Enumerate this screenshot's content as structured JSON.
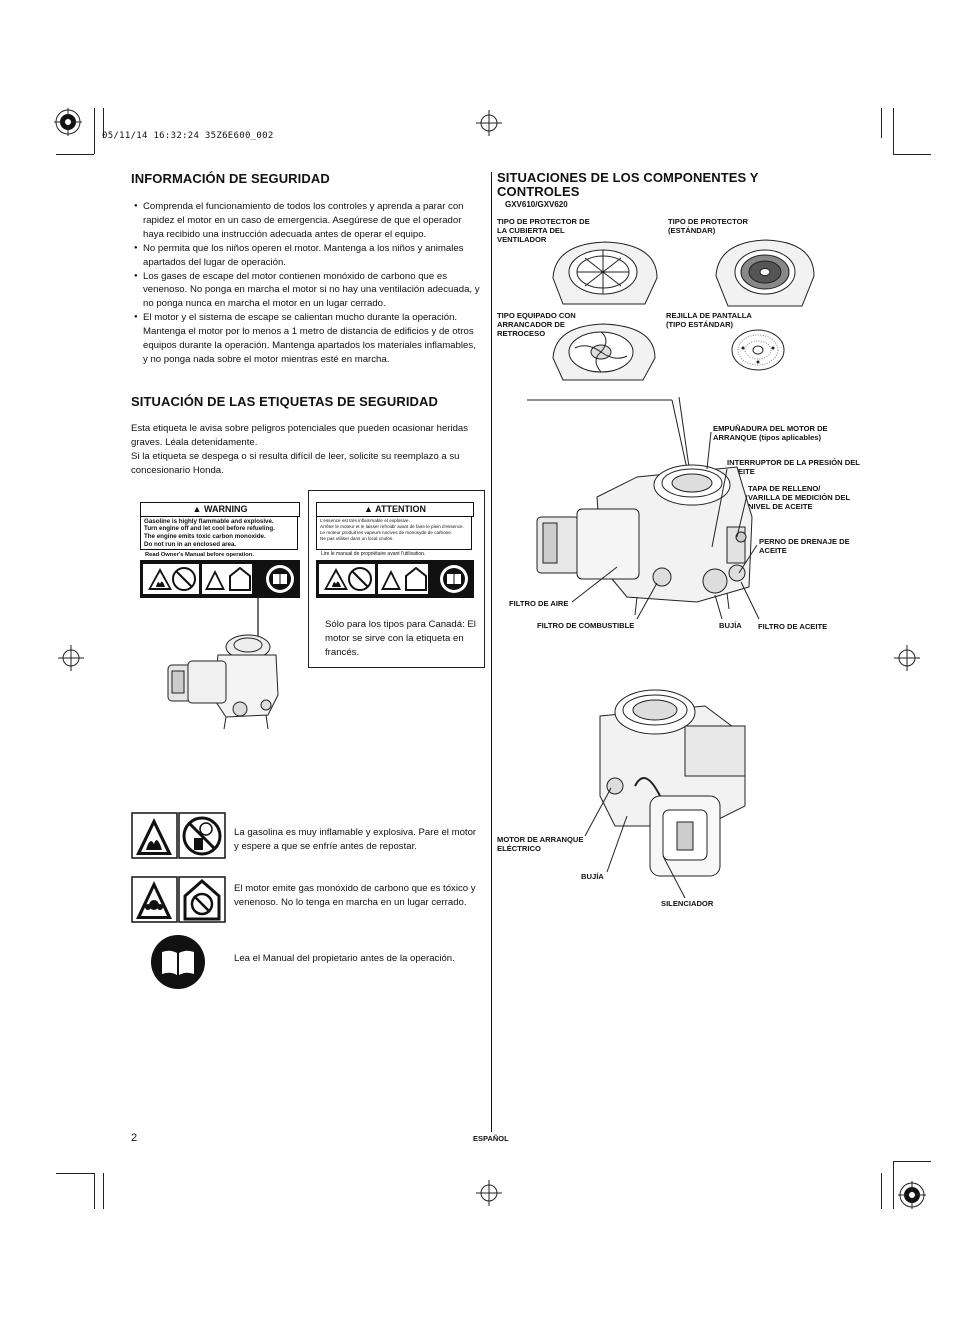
{
  "print_stamp": "05/11/14 16:32:24 35Z6E600_002",
  "left": {
    "info_heading": "INFORMACIÓN DE SEGURIDAD",
    "info_bullets": [
      "Comprenda el funcionamiento de todos los controles y aprenda a parar con rapidez el motor en un caso de emergencia. Asegúrese de que el operador haya recibido una instrucción adecuada antes de operar el equipo.",
      "No permita que los niños operen el motor. Mantenga a los niños y animales apartados del lugar de operación.",
      "Los gases de escape del motor contienen monóxido de carbono que es venenoso. No ponga en marcha el motor si no hay una ventilación adecuada, y no ponga nunca en marcha el motor en un lugar cerrado.",
      "El motor y el sistema de escape se calientan mucho durante la operación. Mantenga el motor por lo menos a 1 metro de distancia de edificios y de otros equipos durante la operación. Mantenga apartados los materiales inflamables, y no ponga nada sobre el motor mientras esté en marcha."
    ],
    "labels_heading": "SITUACIÓN DE LAS ETIQUETAS DE SEGURIDAD",
    "labels_para1": "Esta etiqueta le avisa sobre peligros potenciales que pueden ocasionar heridas graves. Léala detenidamente.",
    "labels_para2": "Si la etiqueta se despega o si resulta difícil de leer, solicite su reemplazo a su concesionario Honda.",
    "warning_label": {
      "title": "WARNING",
      "line1": "Gasoline is highly flammable and explosive.",
      "line2": "Turn engine off and let cool before refueling.",
      "line3": "The engine emits toxic carbon monoxide.",
      "line4": "Do not run in an enclosed area.",
      "line5": "Read Owner's Manual before operation."
    },
    "attention_label": {
      "title": "ATTENTION",
      "line1": "L'essence est très inflammable et explosive.",
      "line2": "Arrêter le moteur et le laisser refroidir avant de faire le plein d'essence.",
      "line3": "Le moteur produit les vapeurs nocives de monoxyde de carbone.",
      "line4": "Ne pas utiliser dans un local cnulos.",
      "line5": "Lire le manual de propriétaire avant l'utilisation."
    },
    "canada_note": "Sólo para los tipos para Canadá: El motor se sirve con la etiqueta en francés.",
    "symbol_fuel_text": "La gasolina es muy inflamable y explosiva. Pare el motor y espere a que se enfríe antes de repostar.",
    "symbol_co_text": "El motor emite gas monóxido de carbono que es tóxico y venenoso. No lo tenga en marcha en un lugar cerrado.",
    "symbol_manual_text": "Lea el Manual del propietario antes de la operación."
  },
  "right": {
    "heading_line1": "SITUACIONES DE LOS COMPONENTES Y",
    "heading_line2": "CONTROLES",
    "model": "GXV610/GXV620",
    "guard_fan_cover": "TIPO DE PROTECTOR DE LA CUBIERTA DEL VENTILADOR",
    "guard_standard": "TIPO DE PROTECTOR (ESTÁNDAR)",
    "recoil_type": "TIPO EQUIPADO CON ARRANCADOR DE RETROCESO",
    "screen_grid": "REJILLA DE PANTALLA (TIPO ESTÁNDAR)",
    "starter_grip": "EMPUÑADURA DEL MOTOR DE ARRANQUE",
    "starter_grip_note": "(tipos aplicables)",
    "oil_pressure_switch": "INTERRUPTOR DE LA PRESIÓN DEL ACEITE",
    "oil_filler_cap": "TAPA DE RELLENO/ VARILLA DE MEDICIÓN DEL NIVEL DE ACEITE",
    "oil_drain_bolt": "PERNO DE DRENAJE DE ACEITE",
    "air_cleaner": "FILTRO DE AIRE",
    "fuel_filter": "FILTRO DE COMBUSTIBLE",
    "spark_plug": "BUJÍA",
    "oil_filter": "FILTRO DE ACEITE",
    "electric_starter": "MOTOR DE ARRANQUE ELÉCTRICO",
    "spark_plug2": "BUJÍA",
    "muffler": "SILENCIADOR"
  },
  "footer": {
    "page_number": "2",
    "language": "ESPAÑOL"
  }
}
